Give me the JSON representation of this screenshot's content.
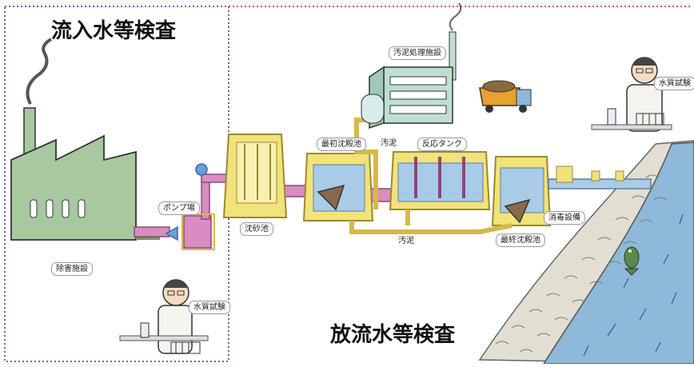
{
  "headings": {
    "inflow": "流入水等検査",
    "outflow": "放流水等検査"
  },
  "labels": {
    "sludge_facility": "汚泥処理施設",
    "pump_station": "ポンプ場",
    "removal_facility": "除害施設",
    "water_test_left": "水質試験",
    "water_test_right": "水質試験",
    "grit_chamber": "沈砂池",
    "primary_settling": "最初沈殿池",
    "reaction_tank": "反応タンク",
    "sludge_top": "汚泥",
    "sludge_bottom": "汚泥",
    "final_settling": "最終沈殿池",
    "disinfection": "消毒設備"
  },
  "colors": {
    "divider_inflow": "#3333aa",
    "divider_outflow": "#cc2222",
    "pink_pipe": "#d98cc0",
    "yellow_pipe": "#d6b84a",
    "water": "#a9cbe8",
    "factory": "#a8c8a0",
    "building": "#bfe0d0",
    "river": "#8fb9d9"
  }
}
